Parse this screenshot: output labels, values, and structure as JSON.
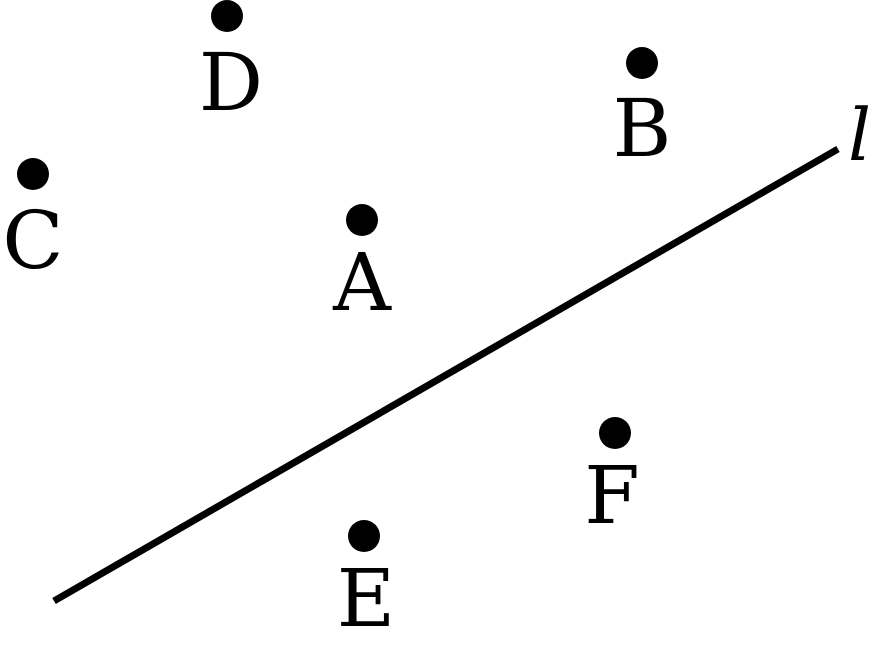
{
  "diagram": {
    "ink_color": "#000000",
    "background_color": "#ffffff",
    "line": {
      "label": "l"
    },
    "points": [
      {
        "id": "A",
        "label": "A"
      },
      {
        "id": "B",
        "label": "B"
      },
      {
        "id": "C",
        "label": "C"
      },
      {
        "id": "D",
        "label": "D"
      },
      {
        "id": "E",
        "label": "E"
      },
      {
        "id": "F",
        "label": "F"
      }
    ]
  }
}
